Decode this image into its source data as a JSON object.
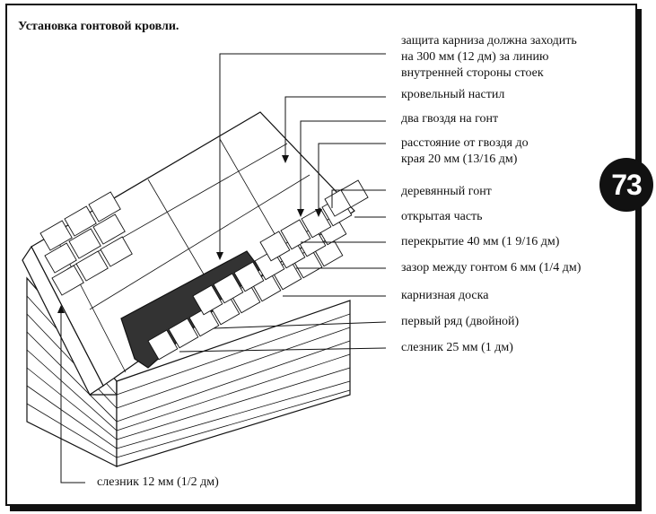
{
  "title": "Установка гонтовой кровли.",
  "page_badge": "73",
  "labels": {
    "eave_protection": [
      "защита карниза должна заходить",
      "на 300 мм (12 дм) за линию",
      "внутренней стороны стоек"
    ],
    "roof_deck": "кровельный настил",
    "two_nails": "два гвоздя на гонт",
    "nail_distance": [
      "расстояние от гвоздя до",
      "края 20 мм (13/16 дм)"
    ],
    "wood_shingle": "деревянный гонт",
    "exposed_part": "открытая часть",
    "overlap": "перекрытие 40 мм (1 9/16 дм)",
    "gap": "зазор между гонтом 6 мм (1/4 дм)",
    "fascia": "карнизная доска",
    "first_row": "первый ряд (двойной)",
    "drip_edge_25": "слезник 25 мм (1 дм)",
    "drip_edge_12": "слезник 12 мм (1/2 дм)"
  }
}
